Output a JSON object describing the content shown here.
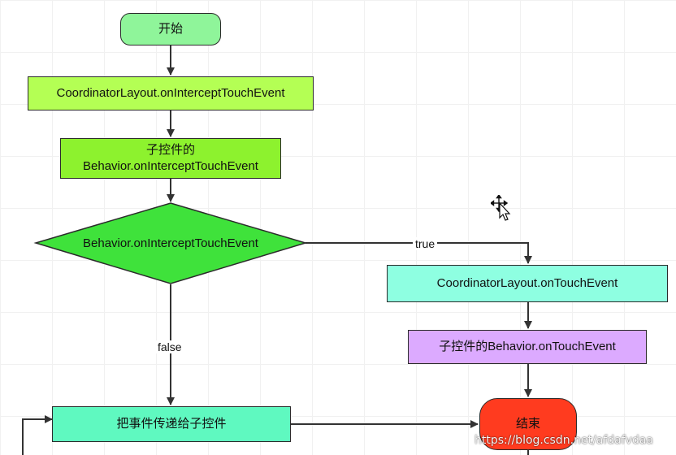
{
  "nodes": {
    "start": {
      "label": "开始"
    },
    "intercept": {
      "label": "CoordinatorLayout.onInterceptTouchEvent"
    },
    "child_intercept": {
      "line1": "子控件的",
      "line2": "Behavior.onInterceptTouchEvent"
    },
    "decision": {
      "label": "Behavior.onInterceptTouchEvent"
    },
    "touch": {
      "label": "CoordinatorLayout.onTouchEvent"
    },
    "child_touch": {
      "label": "子控件的Behavior.onTouchEvent"
    },
    "dispatch": {
      "label": "把事件传递给子控件"
    },
    "end": {
      "label": "结束"
    }
  },
  "edges": {
    "true_label": "true",
    "false_label": "false"
  },
  "watermark": "https://blog.csdn.net/afdafvdaa",
  "colors": {
    "start": "#8ff59a",
    "intercept": "#b4ff54",
    "child_intercept": "#8df22e",
    "decision": "#3fe23b",
    "touch": "#8effe1",
    "child_touch": "#dcaaff",
    "dispatch": "#5ff9c0",
    "end": "#ff3b1f",
    "line": "#333333"
  },
  "icons": {
    "cursor": "move-cursor-icon"
  }
}
